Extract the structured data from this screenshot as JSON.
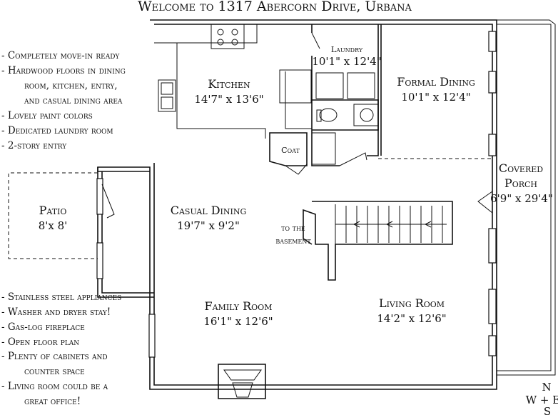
{
  "title": "Welcome to 1317 Abercorn Drive, Urbana",
  "rooms": {
    "kitchen": {
      "name": "Kitchen",
      "dims": "14'7\" x 13'6\""
    },
    "laundry": {
      "name": "Laundry",
      "dims": "10'1\" x 12'4\""
    },
    "formal_dining": {
      "name": "Formal Dining",
      "dims": "10'1\" x 12'4\""
    },
    "coat": {
      "name": "Coat"
    },
    "covered_porch": {
      "name_line1": "Covered",
      "name_line2": "Porch",
      "dims": "6'9\" x 29'4\""
    },
    "patio": {
      "name": "Patio",
      "dims": "8'x 8'"
    },
    "casual_dining": {
      "name": "Casual Dining",
      "dims": "19'7\" x 9'2\""
    },
    "basement": {
      "line1": "to the",
      "line2": "basement"
    },
    "family_room": {
      "name": "Family Room",
      "dims": "16'1\" x 12'6\""
    },
    "living_room": {
      "name": "Living Room",
      "dims": "14'2\" x 12'6\""
    }
  },
  "features_top": [
    "- Completely move-in ready",
    "- Hardwood floors in dining",
    "room, kitchen, entry,",
    "and casual dining area",
    "- Lovely paint colors",
    "- Dedicated laundry room",
    "- 2-story entry"
  ],
  "features_bottom": [
    "- Stainless steel appliances",
    "- Washer and dryer stay!",
    "- Gas-log fireplace",
    "- Open floor plan",
    "- Plenty of cabinets and",
    "counter space",
    "- Living room could be a",
    "great office!"
  ],
  "compass": {
    "n": "N",
    "we": "W + E",
    "s": "S"
  }
}
